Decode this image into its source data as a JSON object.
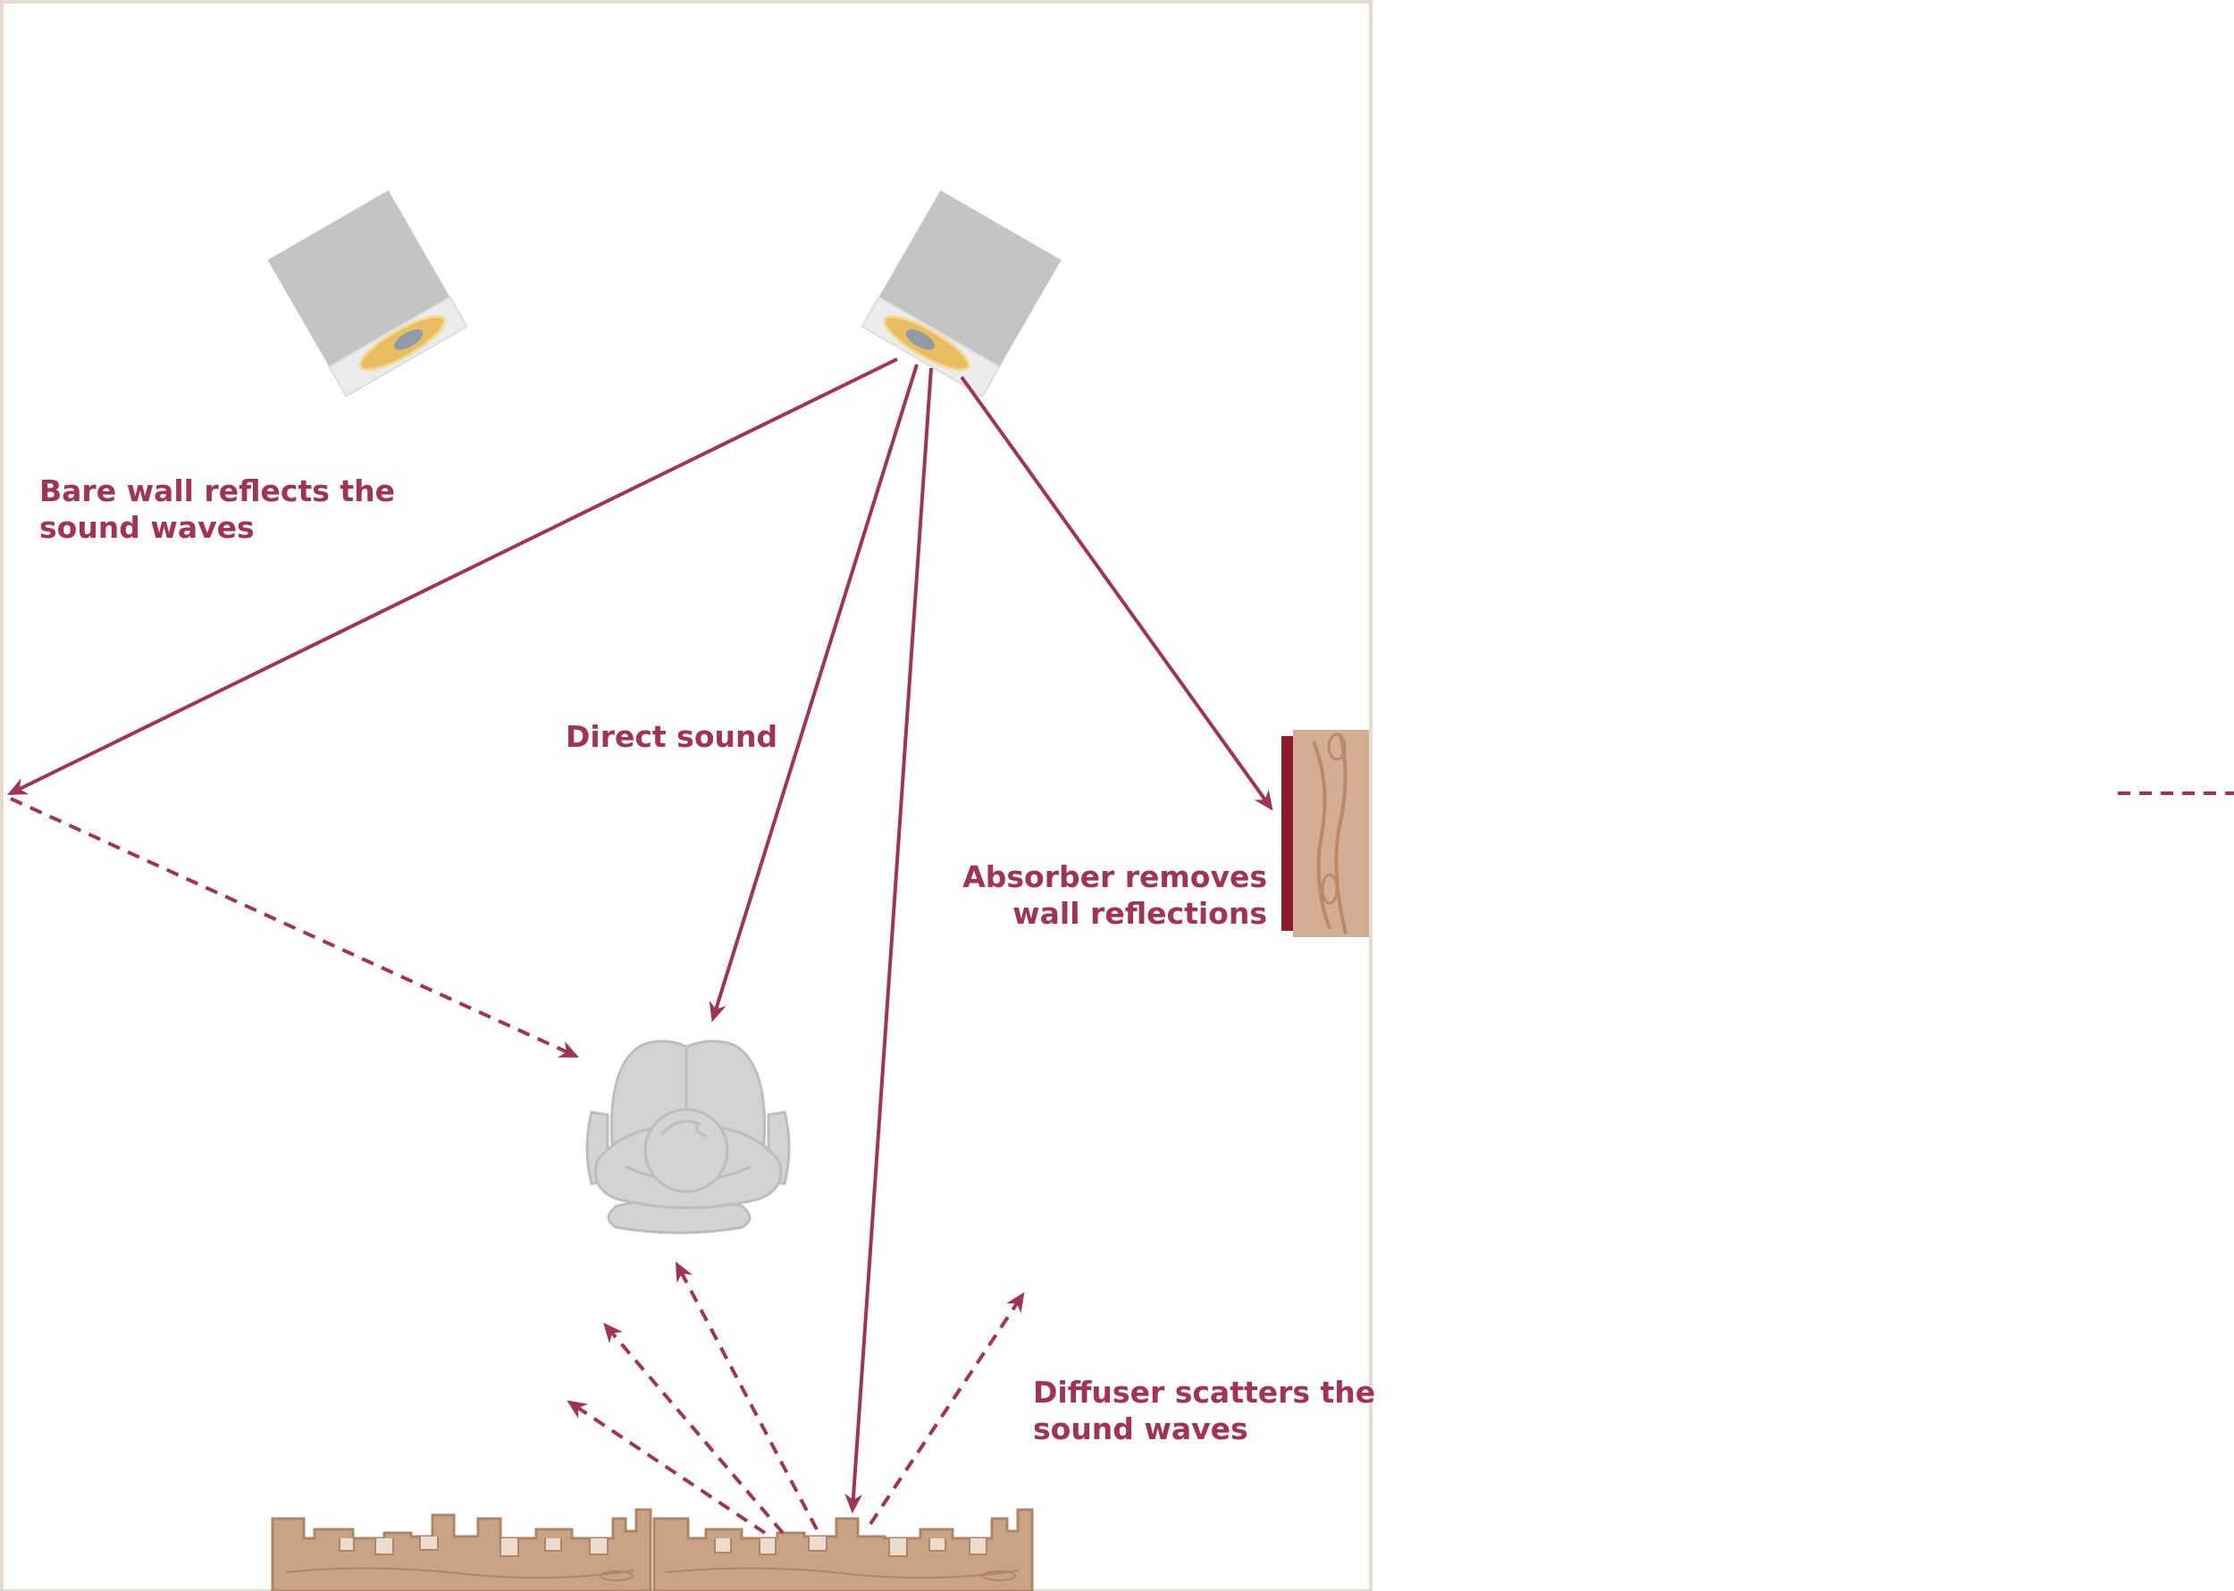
{
  "labels": {
    "bare_wall": "Bare wall reflects the\nsound waves",
    "direct_sound": "Direct sound",
    "absorber": "Absorber removes\nwall reflections",
    "diffuser": "Diffuser scatters the\nsound waves"
  },
  "colors": {
    "accent": "#A33257",
    "absorber_strip": "#8E1B2E",
    "room_border": "#E3DBD1",
    "speaker_gray": "#C4C4C4",
    "speaker_cone": "#E9BE62",
    "listener_gray": "#D3D3D3",
    "diffuser_wood": "#C9A385",
    "absorber_wood": "#D5AD93"
  },
  "icons": [
    "speaker-icon",
    "listener-chair-icon",
    "absorber-panel-icon",
    "diffuser-panel-icon"
  ]
}
